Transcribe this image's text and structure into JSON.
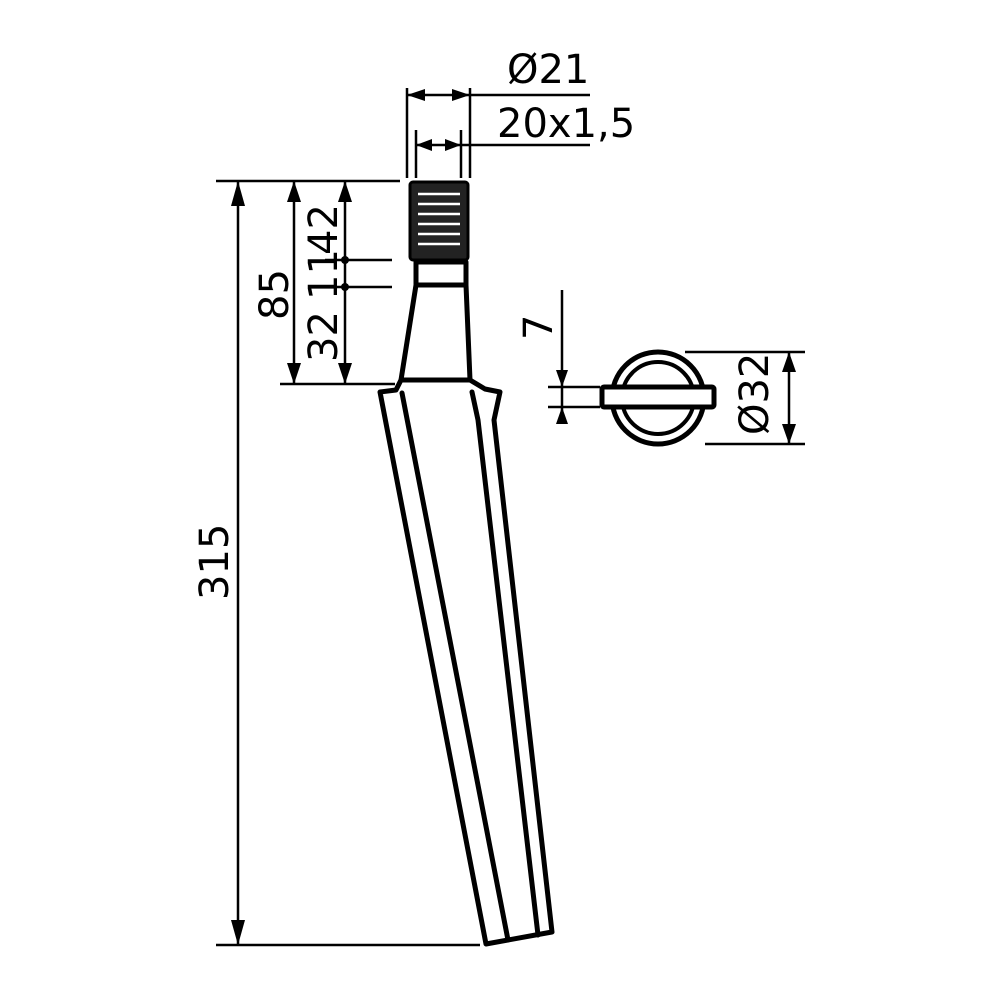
{
  "dimensions": {
    "thread_outer_diameter": "Ø21",
    "thread_spec": "20x1,5",
    "total_length": "315",
    "upper_length": "85",
    "thread_length": "42",
    "neck_length": "11",
    "taper_length": "32",
    "flat_thickness": "7",
    "section_diameter": "Ø32"
  },
  "colors": {
    "ink": "#000000",
    "background": "#ffffff"
  }
}
